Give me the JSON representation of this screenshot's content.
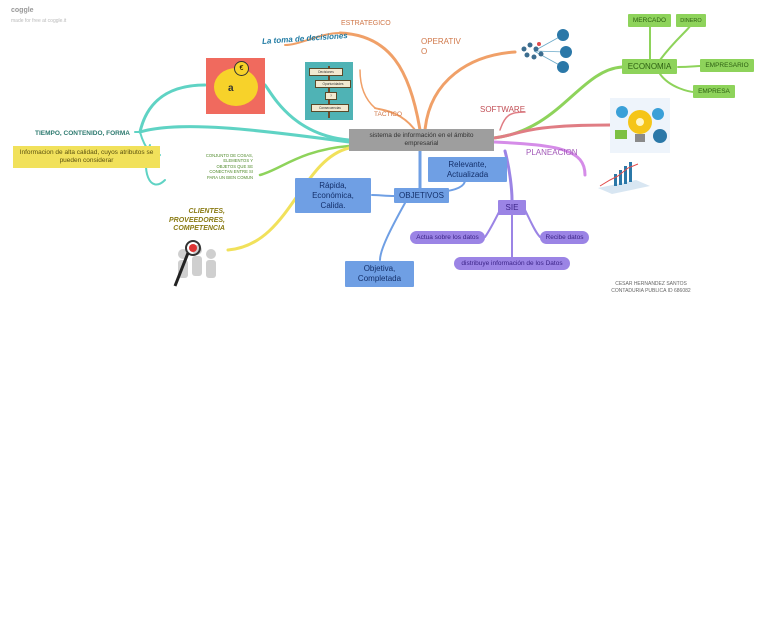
{
  "brand": {
    "title": "coggle",
    "subtitle": "made for free at coggle.it"
  },
  "central": "sistema de información en el ámbito empresarial",
  "branches": {
    "estrategico": "ESTRATEGICO",
    "operativo": "OPERATIVO",
    "tactico": "TACTICO",
    "software": "SOFTWARE",
    "planeacion": "PLANEACION",
    "economia": "ECONOMIA",
    "mercado": "MERCADO",
    "dinero": "DINERO",
    "empresario": "EMPRESARIO",
    "empresa": "EMPRESA",
    "tiempo": "TIEMPO, CONTENIDO, FORMA",
    "informacion_calidad": "Informacion de alta calidad, cuyos atributos se pueden considerar",
    "conjunto": "CONJUNTO DE COSAS, ELEMENTOS Y OBJETOS QUE SE CONECTAN ENTRE SI PARA UN BIEN COMUN",
    "clientes": "CLIENTES, PROVEEDORES, COMPETENCIA",
    "objetivos": "OBJETIVOS",
    "relevante": "Relevante, Actualizada",
    "rapida": "Rápida, Económica, Calida.",
    "objetiva": "Objetiva, Completada",
    "sie": "SIE",
    "actua": "Actua sobre los datos",
    "recibe": "Recibe datos",
    "distribuye": "distribuye información de los Datos"
  },
  "images": {
    "decisiones_title": "La toma de decisiones",
    "signs": [
      "Decisiones",
      "Oportunidades",
      "?",
      "Consecuencias"
    ],
    "pig_letter": "a",
    "coin_symbol": "€"
  },
  "author": {
    "name": "CESAR HERNANDEZ SANTOS",
    "detail": "CONTADURIA PUBLICA ID 686082"
  },
  "colors": {
    "orange": "#f0a068",
    "teal": "#5fd3c4",
    "green": "#8ed35b",
    "blue": "#6f9fe4",
    "purple": "#9b84e5",
    "pink": "#e07d84",
    "yellow": "#f1e15b",
    "lavender": "#d58ce8"
  }
}
